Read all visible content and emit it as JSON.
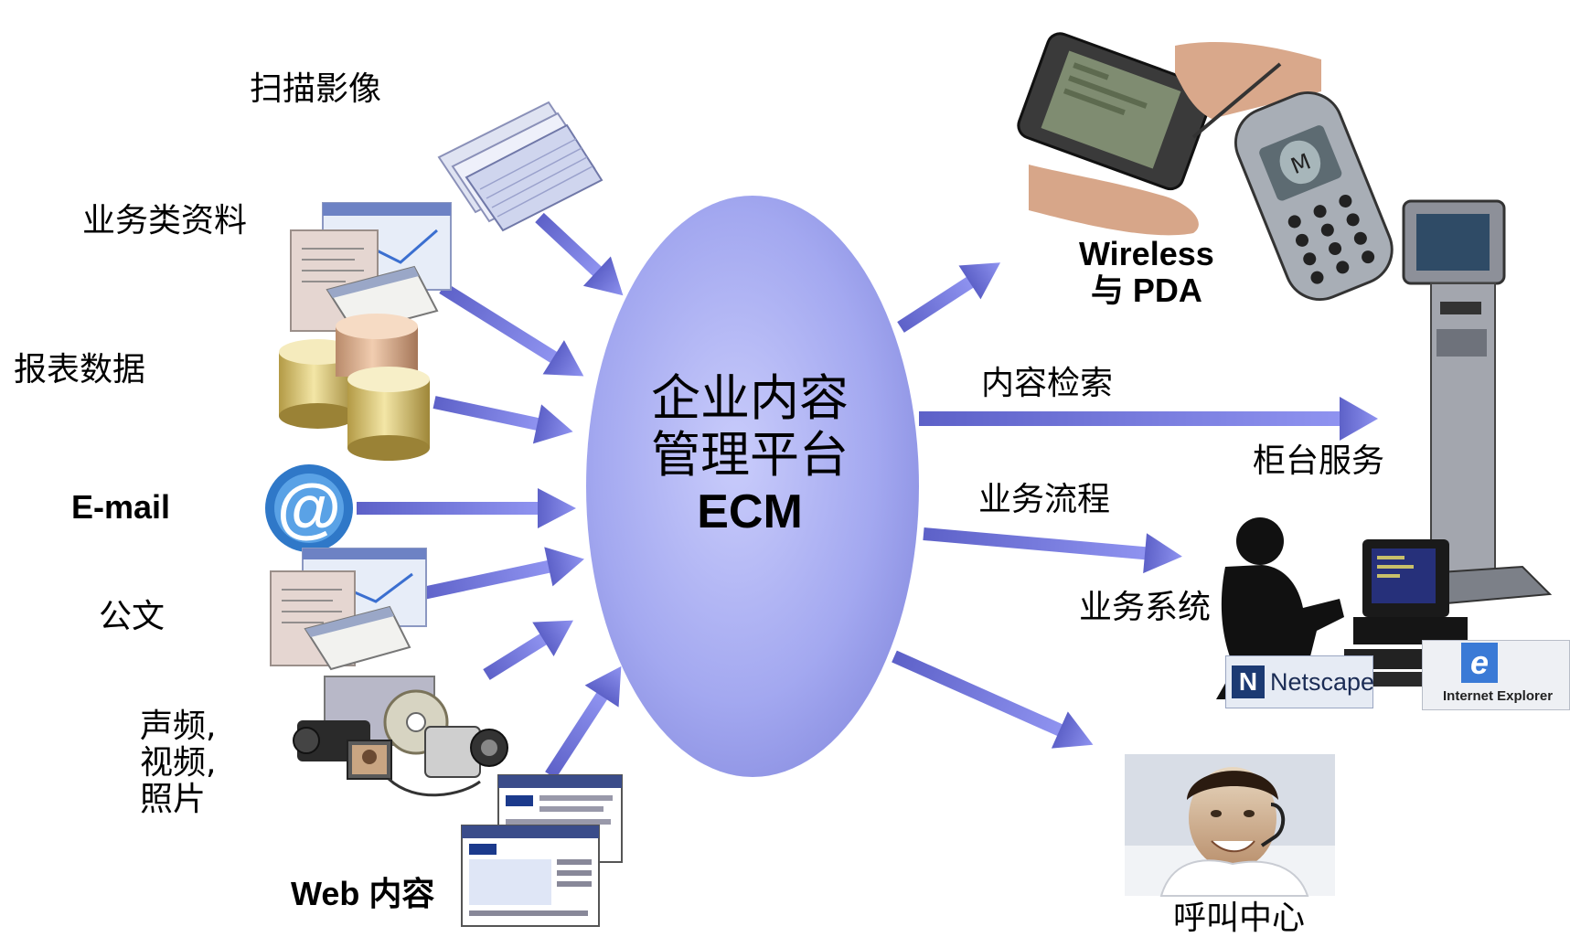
{
  "center": {
    "line1": "企业内容",
    "line2": "管理平台",
    "line3": "ECM"
  },
  "inputs": {
    "scan": "扫描影像",
    "business_docs": "业务类资料",
    "report_data": "报表数据",
    "email": "E-mail",
    "official_docs": "公文",
    "media_line1": "声频,",
    "media_line2": "视频,",
    "media_line3": "照片",
    "web": "Web 内容"
  },
  "outputs": {
    "wireless_line1": "Wireless",
    "wireless_line2": "与 PDA",
    "content_search": "内容检索",
    "counter_service": "柜台服务",
    "business_process": "业务流程",
    "business_system": "业务系统",
    "call_center": "呼叫中心"
  },
  "logos": {
    "netscape_letter": "N",
    "netscape": "Netscape",
    "ie_letter": "e",
    "ie": "Internet Explorer"
  },
  "colors": {
    "arrow": "#7b7fe0",
    "ellipse": "#a7acf2"
  }
}
